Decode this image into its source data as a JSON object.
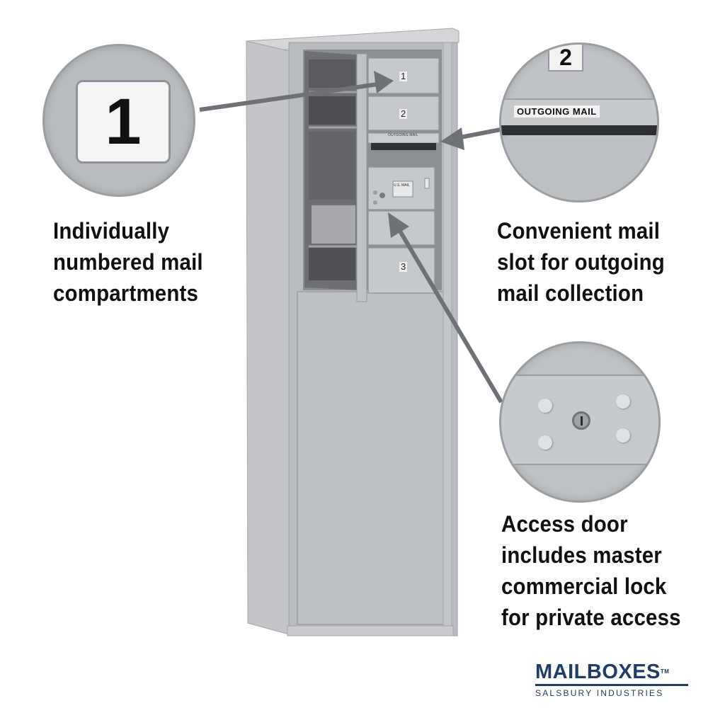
{
  "callouts": {
    "left": {
      "lines": [
        "Individually",
        "numbered mail",
        "compartments"
      ],
      "magnified_label": "1"
    },
    "top_right": {
      "lines": [
        "Convenient mail",
        "slot for outgoing",
        "mail collection"
      ],
      "magnified_number": "2",
      "magnified_label": "OUTGOING MAIL"
    },
    "bottom_right": {
      "lines": [
        "Access door",
        "includes master",
        "commercial lock",
        "for private access"
      ]
    }
  },
  "cabinet": {
    "door_numbers": [
      "1",
      "2",
      "3"
    ],
    "slot_label": "OUTGOING MAIL",
    "plate_label": "U.S. MAIL"
  },
  "brand": {
    "name": "MAILBOXES",
    "tm": "TM",
    "subtitle": "SALSBURY INDUSTRIES"
  },
  "colors": {
    "body": "#b9bcc0",
    "arrow": "#6e7175",
    "text": "#111111",
    "brand": "#1f3d66"
  }
}
